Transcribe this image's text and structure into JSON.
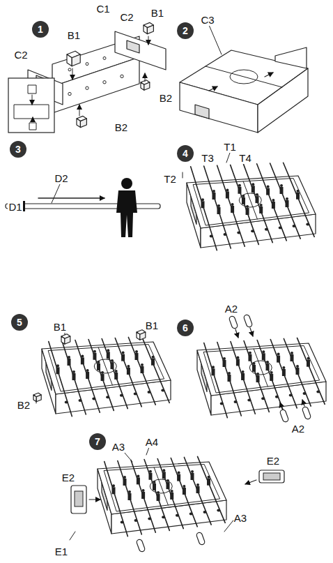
{
  "diagram": {
    "nodes": [
      {
        "text": [
          "1"
        ]
      },
      {
        "text": [
          "2"
        ]
      },
      {
        "text": [
          "3"
        ]
      },
      {
        "text": [
          "4"
        ]
      },
      {
        "text": [
          "5"
        ]
      },
      {
        "text": [
          "6"
        ]
      },
      {
        "text": [
          "7"
        ]
      }
    ],
    "labels": [
      "C1",
      "C2",
      "B1",
      "B1",
      "C2",
      "B2",
      "B2",
      "C3",
      "D2",
      "D1",
      "T1",
      "T3",
      "T4",
      "T2",
      "B1",
      "B1",
      "B2",
      "A2",
      "A2",
      "A3",
      "A4",
      "E2",
      "E2",
      "E1",
      "A3"
    ]
  }
}
